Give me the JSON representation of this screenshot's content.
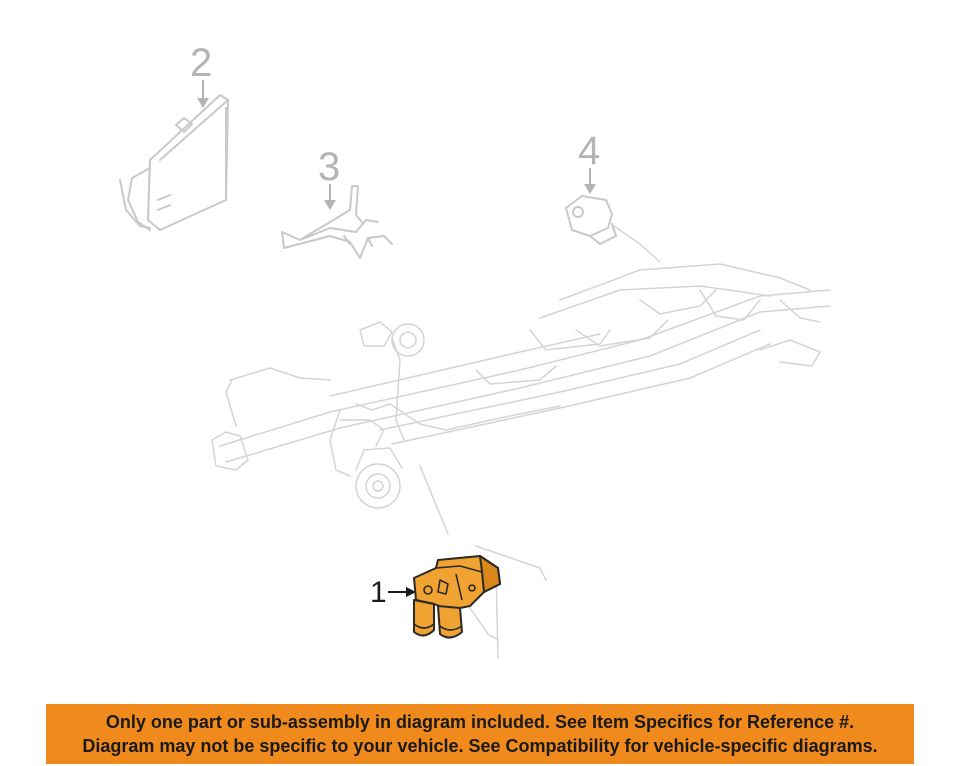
{
  "callouts": {
    "part_1": "1",
    "part_2": "2",
    "part_3": "3",
    "part_4": "4"
  },
  "disclaimer": {
    "line1": "Only one part or sub-assembly in diagram included. See Item Specifics for Reference #.",
    "line2": "Diagram may not be specific to your vehicle. See Compatibility for vehicle-specific diagrams."
  },
  "colors": {
    "highlight_part": "#f0a330",
    "banner_background": "#f08a1c",
    "ghost_lines": "#c9c9c9"
  }
}
